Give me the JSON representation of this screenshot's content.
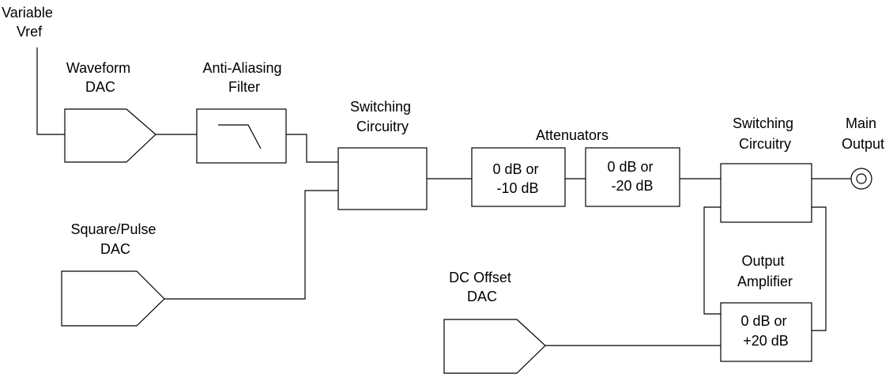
{
  "diagram": {
    "variable_vref": [
      "Variable",
      "Vref"
    ],
    "waveform_dac": [
      "Waveform",
      "DAC"
    ],
    "anti_aliasing_filter": [
      "Anti-Aliasing",
      "Filter"
    ],
    "switching_circuitry_1": [
      "Switching",
      "Circuitry"
    ],
    "attenuators_title": "Attenuators",
    "attenuator_1": [
      "0 dB or",
      "-10 dB"
    ],
    "attenuator_2": [
      "0 dB or",
      "-20 dB"
    ],
    "switching_circuitry_2": [
      "Switching",
      "Circuitry"
    ],
    "main_output": [
      "Main",
      "Output"
    ],
    "square_pulse_dac": [
      "Square/Pulse",
      "DAC"
    ],
    "dc_offset_dac": [
      "DC Offset",
      "DAC"
    ],
    "output_amplifier": [
      "Output",
      "Amplifier"
    ],
    "output_amplifier_gain": [
      "0 dB or",
      "+20 dB"
    ]
  }
}
